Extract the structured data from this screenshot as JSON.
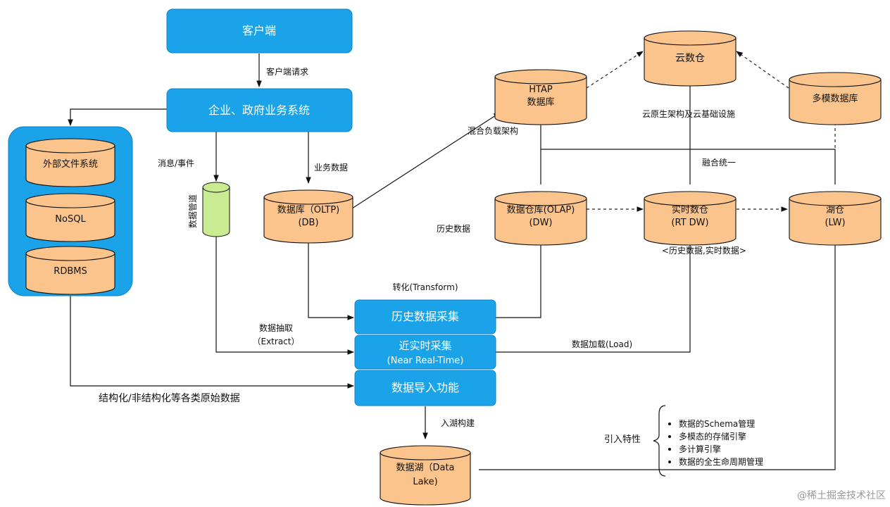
{
  "colors": {
    "blue_box": "#1aa3e8",
    "blue_border": "#0f82c4",
    "cylinder_fill": "#fbc48c",
    "cylinder_stroke": "#111111",
    "pipe_fill": "#c9ec92",
    "left_panel": "#1aa3e8"
  },
  "boxes": {
    "client": "客户端",
    "enterprise": "企业、政府业务系统",
    "history_collect": "历史数据采集",
    "near_realtime_1": "近实时采集",
    "near_realtime_2": "(Near Real-Time)",
    "import": "数据导入功能"
  },
  "cylinders": {
    "external_fs": "外部文件系统",
    "nosql": "NoSQL",
    "rdbms": "RDBMS",
    "oltp_1": "数据库（OLTP)",
    "oltp_2": "(DB)",
    "htap_1": "HTAP",
    "htap_2": "数据库",
    "olap_1": "数据仓库(OLAP)",
    "olap_2": "(DW)",
    "cloud_dw": "云数仓",
    "rt_dw_1": "实时数仓",
    "rt_dw_2": "(RT DW)",
    "multi_db": "多模数据库",
    "lake_wh_1": "湖仓",
    "lake_wh_2": "(LW)",
    "data_lake_1": "数据湖（Data",
    "data_lake_2": "Lake)"
  },
  "labels": {
    "client_request": "客户端请求",
    "message_event": "消息/事件",
    "data_pipe": "数据管道",
    "business_data": "业务数据",
    "hybrid_load": "混合负载架构",
    "cloud_native": "云原生架构及云基础设施",
    "fusion": "融合统一",
    "history_data": "历史数据",
    "history_realtime": "<历史数据,实时数据>",
    "transform": "转化(Transform)",
    "extract_1": "数据抽取",
    "extract_2": "（Extract）",
    "load": "数据加载(Load)",
    "raw_data": "结构化/非结构化等各类原始数据",
    "lake_build": "入湖构建",
    "introduce": "引入特性",
    "features": [
      "数据的Schema管理",
      "多模态的存储引擎",
      "多计算引擎",
      "数据的全生命周期管理"
    ],
    "watermark": "@稀土掘金技术社区"
  }
}
